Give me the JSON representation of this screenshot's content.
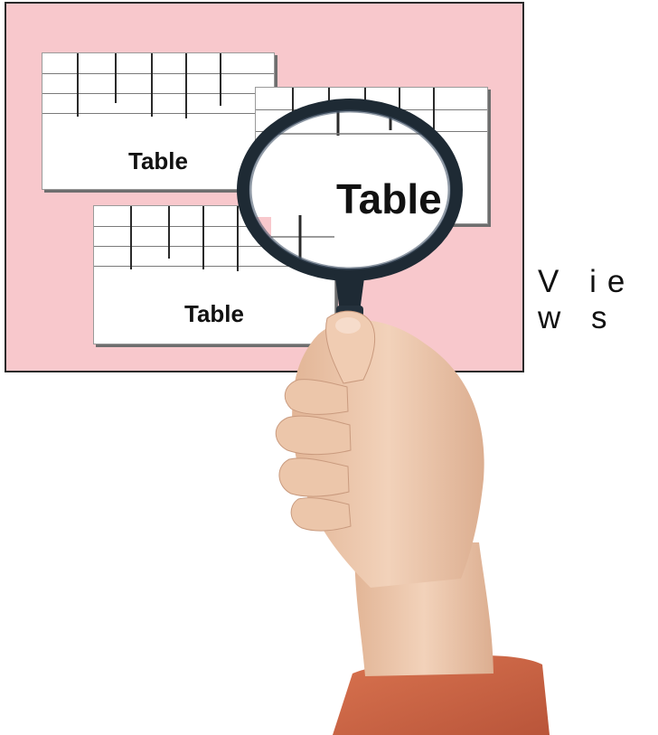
{
  "cards": [
    {
      "label": "Table"
    },
    {
      "label": "Table"
    },
    {
      "label": "Table"
    }
  ],
  "caption": "V ie w s",
  "colors": {
    "panel": "#f8c8cc",
    "panel_border": "#2a2a2a",
    "card": "#ffffff",
    "lens_frame": "#1e2a34",
    "sleeve": "#d06a48",
    "skin": "#eac6a8"
  },
  "icons": [
    "magnifying-glass-icon",
    "hand-icon"
  ]
}
